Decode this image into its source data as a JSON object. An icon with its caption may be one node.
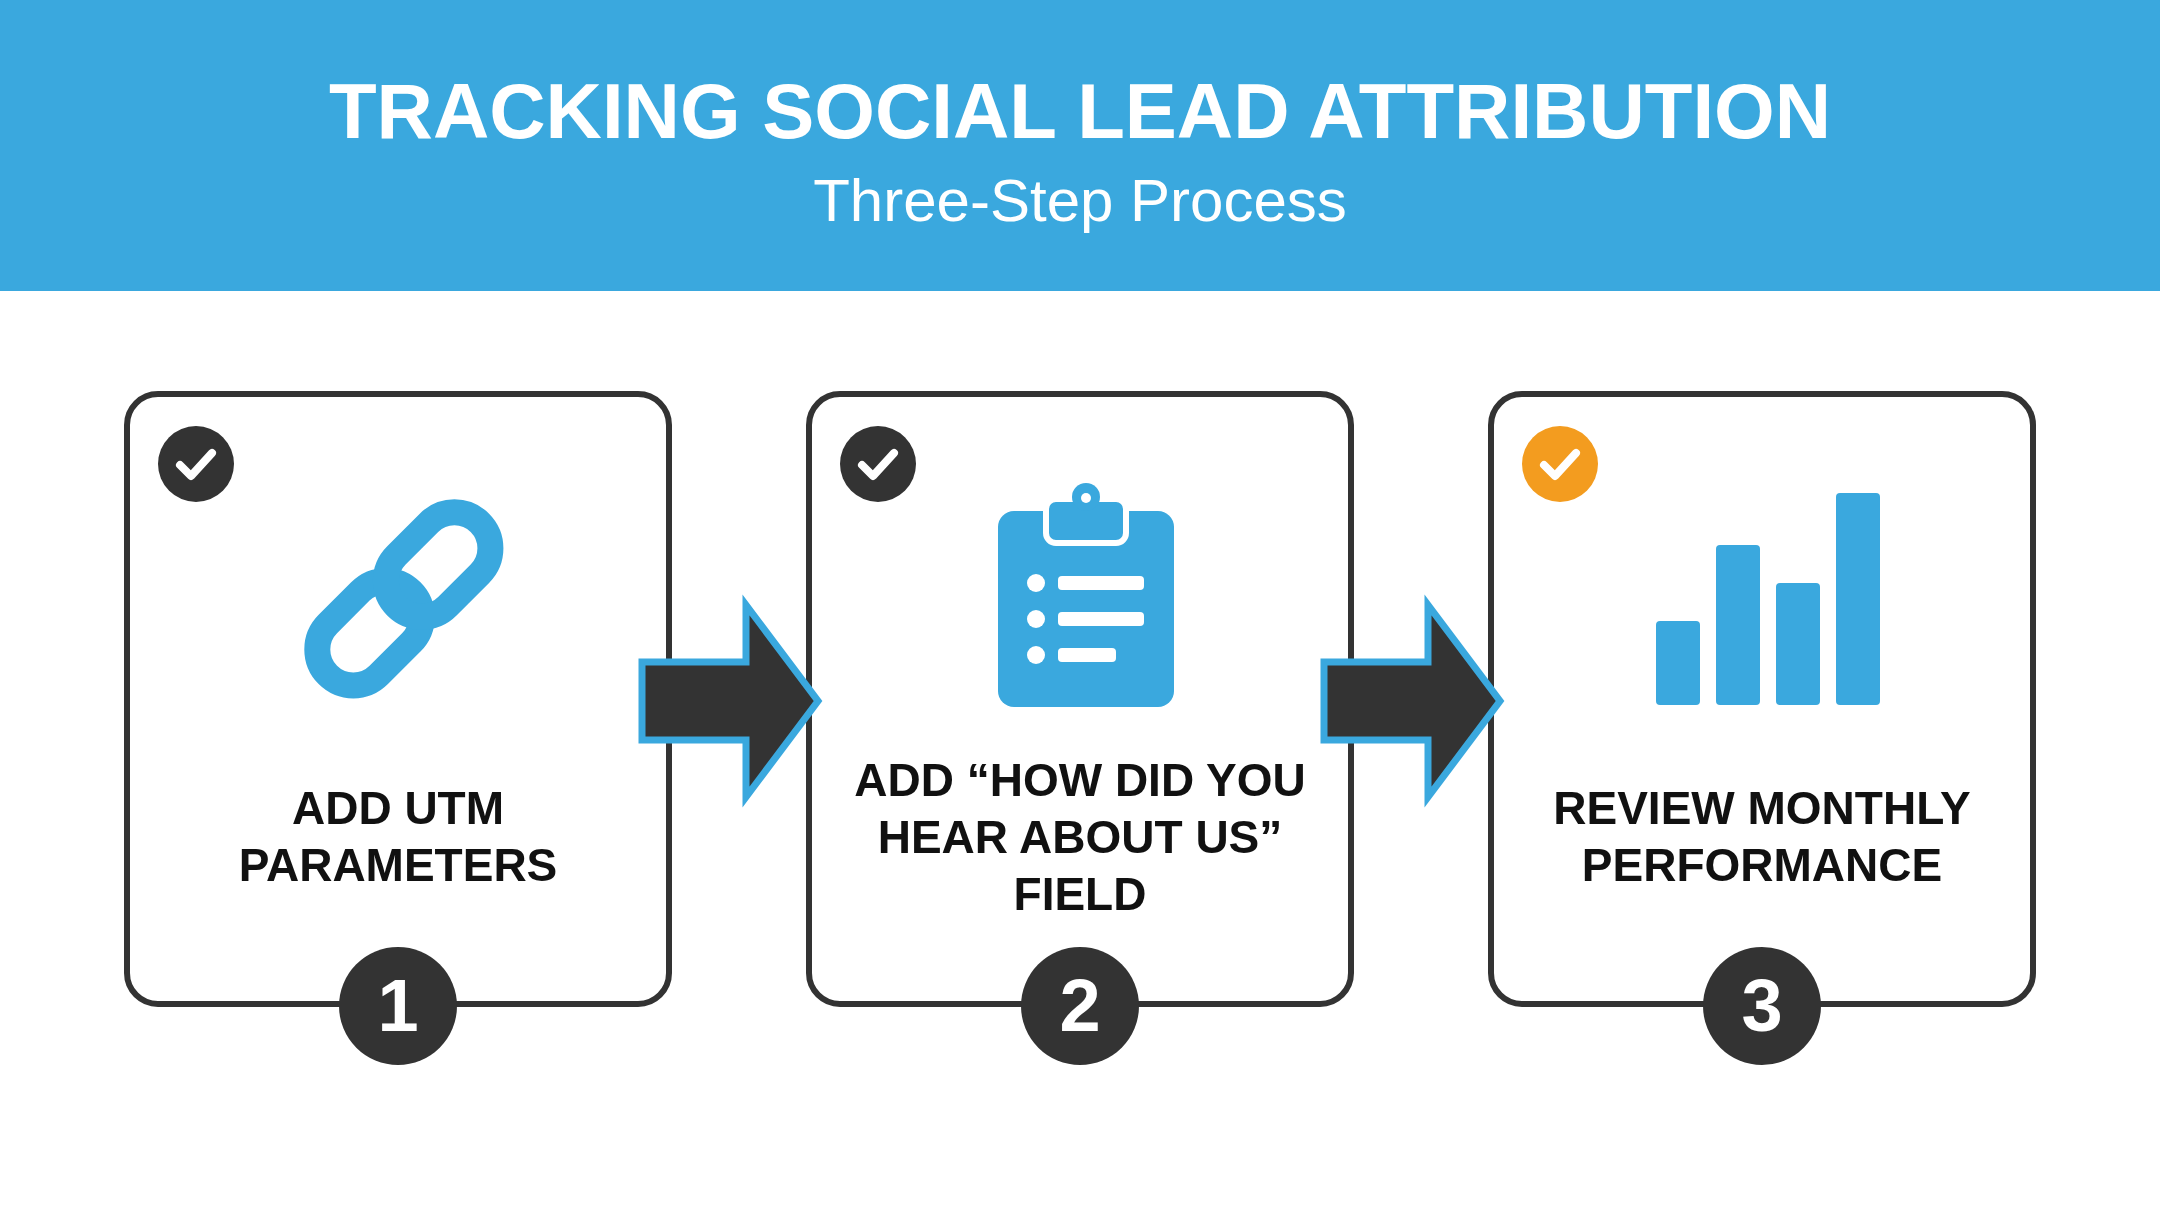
{
  "diagram": {
    "title": "TRACKING SOCIAL LEAD ATTRIBUTION",
    "caption": "Three-Step Process",
    "nodes": [
      {
        "text": [
          "ADD UTM PARAMETERS"
        ]
      },
      {
        "text": [
          "ADD “HOW DID YOU HEAR ABOUT US” FIELD"
        ]
      },
      {
        "text": [
          "REVIEW MONTHLY PERFORMANCE"
        ]
      },
      {
        "text": [
          "1"
        ]
      },
      {
        "text": [
          "2"
        ]
      },
      {
        "text": [
          "3"
        ]
      }
    ],
    "edges": [
      {
        "from": 0,
        "to": 1,
        "arrow": "to"
      },
      {
        "from": 1,
        "to": 2,
        "arrow": "to"
      }
    ]
  }
}
